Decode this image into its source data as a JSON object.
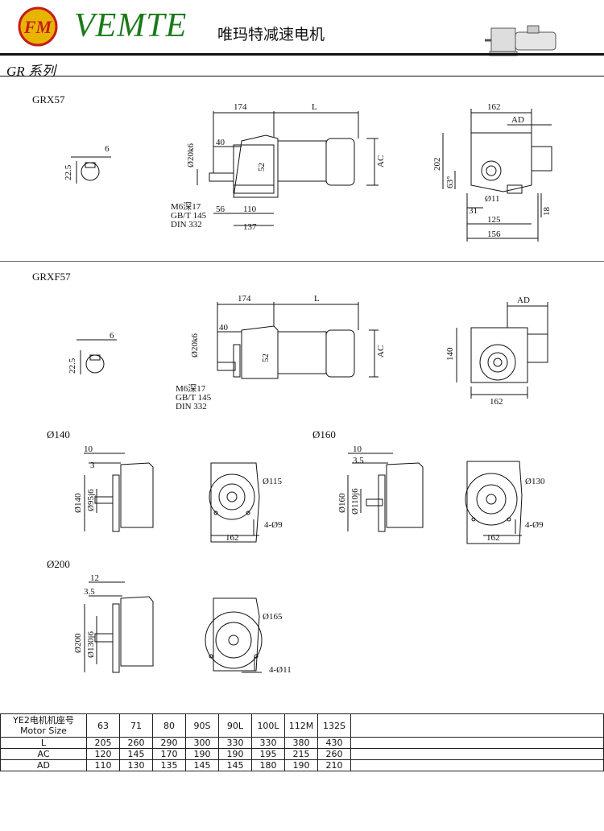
{
  "header": {
    "logo_text": "FM",
    "brand": "VEMTE",
    "brand_cn": "唯玛特减速电机",
    "series": "GR 系列"
  },
  "sections": {
    "grx": {
      "title": "GRX57",
      "shaft_key": "6",
      "shaft_height": "22.5",
      "dim_174": "174",
      "dim_L": "L",
      "dim_40": "40",
      "dim_shaft_dia": "Ø20k6",
      "dim_52": "52",
      "dim_AC": "AC",
      "thread_note": [
        "M6深17",
        "GB/T 145",
        "DIN 332"
      ],
      "dim_56": "56",
      "dim_110": "110",
      "dim_137": "137",
      "side_162": "162",
      "side_AD": "AD",
      "side_202": "202",
      "side_63": "63°",
      "side_11": "Ø11",
      "side_31": "31",
      "side_125": "125",
      "side_156": "156",
      "side_18": "18"
    },
    "grxf": {
      "title": "GRXF57",
      "shaft_key": "6",
      "shaft_height": "22.5",
      "dim_174": "174",
      "dim_L": "L",
      "dim_40": "40",
      "dim_shaft_dia": "Ø20k6",
      "dim_52": "52",
      "dim_AC": "AC",
      "thread_note": [
        "M6深17",
        "GB/T 145",
        "DIN 332"
      ],
      "side_AD": "AD",
      "side_140": "140",
      "side_162": "162"
    },
    "f140": {
      "title": "Ø140",
      "d10": "10",
      "d3": "3",
      "d140": "Ø140",
      "d95": "Ø95j6",
      "pcd": "Ø115",
      "holes": "4-Ø9",
      "w162": "162"
    },
    "f160": {
      "title": "Ø160",
      "d10": "10",
      "d35": "3.5",
      "d160": "Ø160",
      "d110": "Ø110j6",
      "pcd": "Ø130",
      "holes": "4-Ø9",
      "w162": "162"
    },
    "f200": {
      "title": "Ø200",
      "d12": "12",
      "d35": "3.5",
      "d200": "Ø200",
      "d130": "Ø130j6",
      "pcd": "Ø165",
      "holes": "4-Ø11"
    }
  },
  "table": {
    "header_label": [
      "YE2电机机座号",
      "Motor Size"
    ],
    "sizes": [
      "63",
      "71",
      "80",
      "90S",
      "90L",
      "100L",
      "112M",
      "132S"
    ],
    "rows": [
      {
        "label": "L",
        "values": [
          "205",
          "260",
          "290",
          "300",
          "330",
          "330",
          "380",
          "430"
        ]
      },
      {
        "label": "AC",
        "values": [
          "120",
          "145",
          "170",
          "190",
          "190",
          "195",
          "215",
          "260"
        ]
      },
      {
        "label": "AD",
        "values": [
          "110",
          "130",
          "135",
          "145",
          "145",
          "180",
          "190",
          "210"
        ]
      }
    ]
  }
}
